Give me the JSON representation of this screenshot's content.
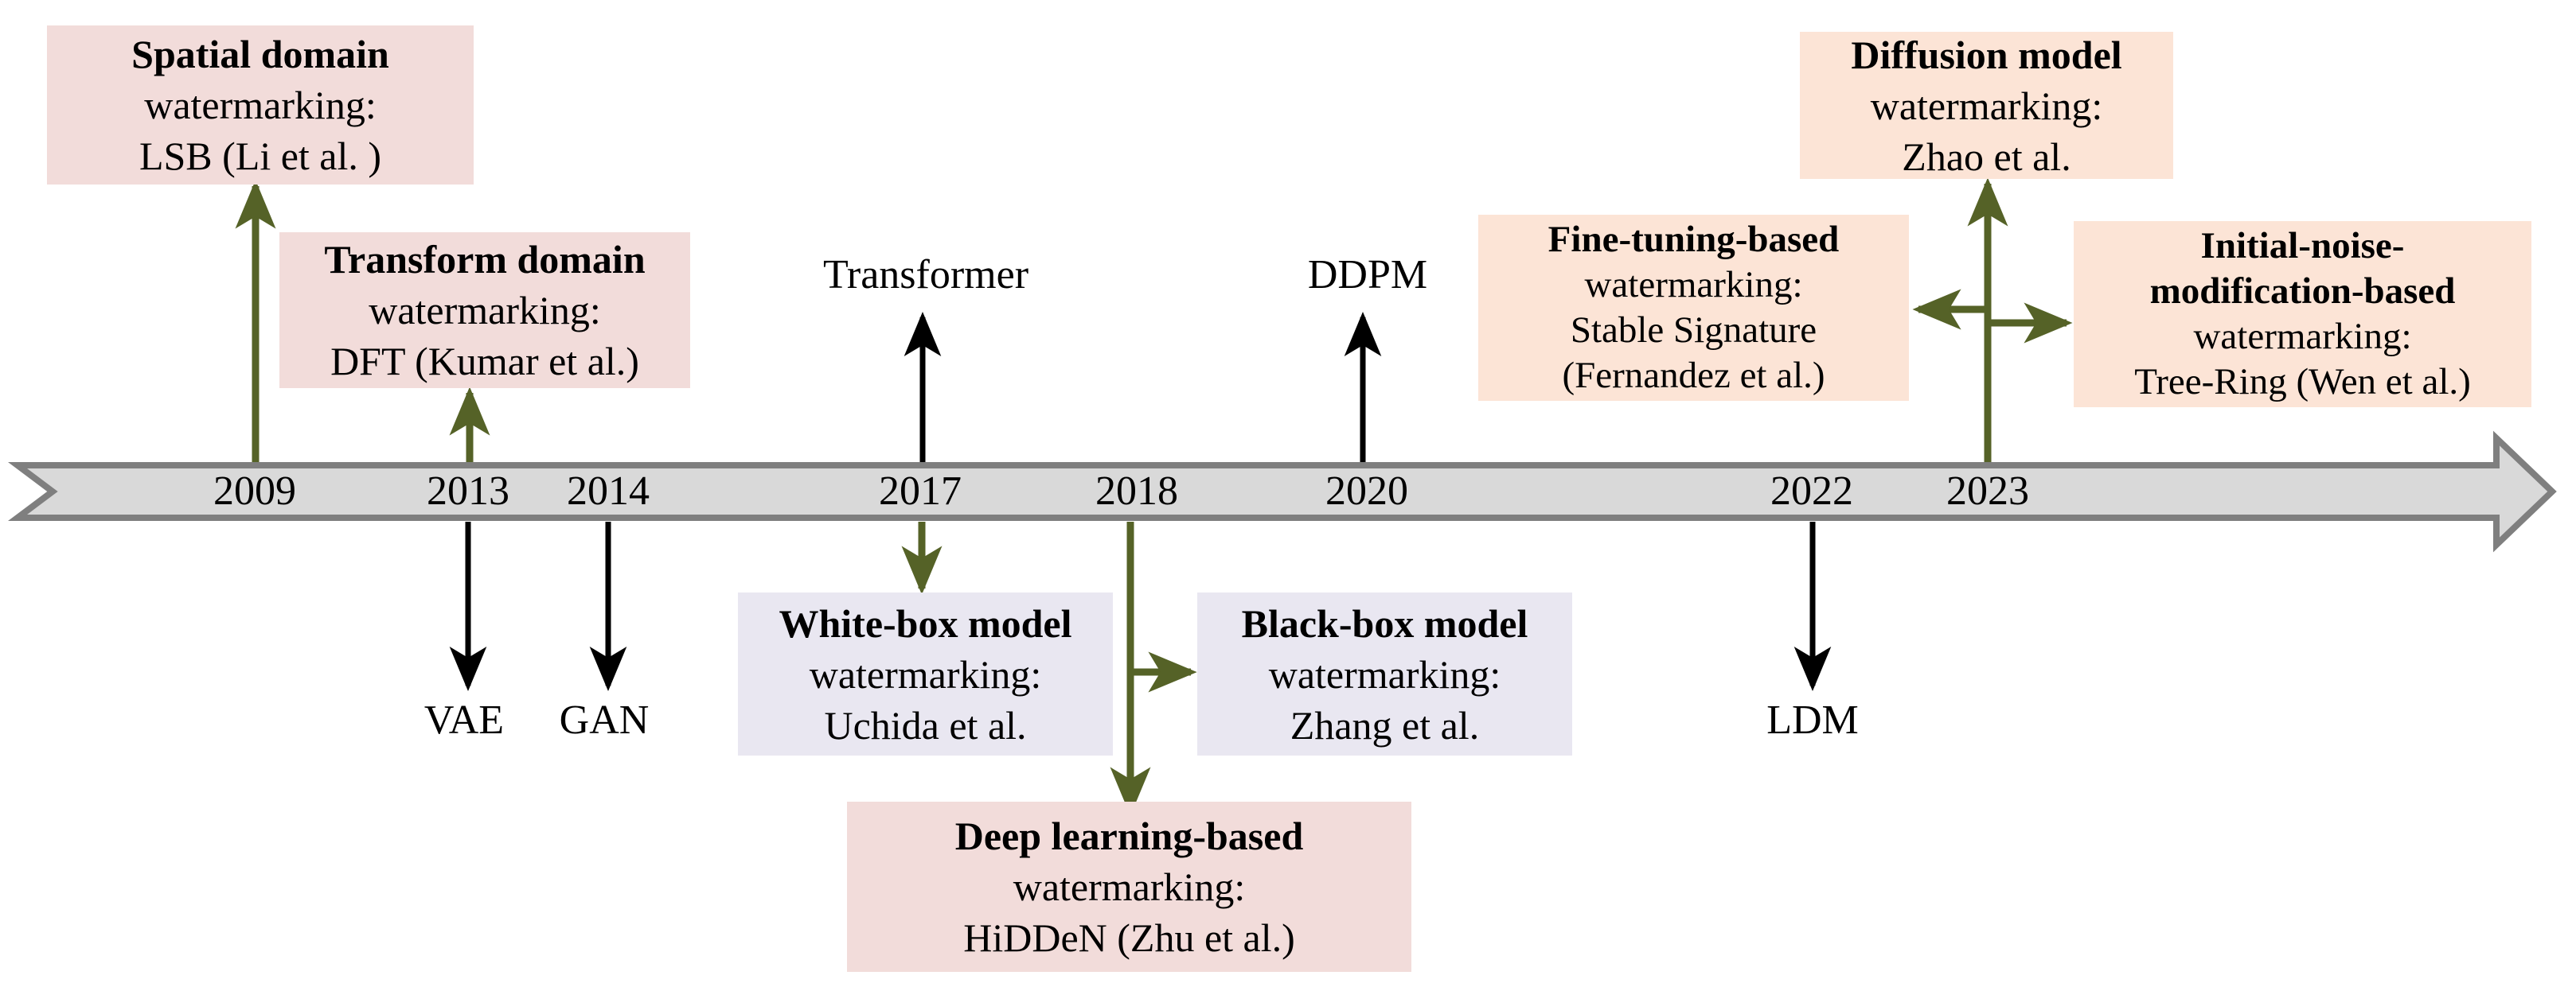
{
  "timeline": {
    "years": [
      "2009",
      "2013",
      "2014",
      "2017",
      "2018",
      "2020",
      "2022",
      "2023"
    ]
  },
  "boxes": {
    "spatial": {
      "title": "Spatial domain",
      "line2": "watermarking:",
      "line3": "LSB (Li et al. )"
    },
    "transform": {
      "title": "Transform domain",
      "line2": "watermarking:",
      "line3": "DFT (Kumar et al.)"
    },
    "whitebox": {
      "title": "White-box model",
      "line2": "watermarking:",
      "line3": "Uchida et al."
    },
    "blackbox": {
      "title": "Black-box model",
      "line2": "watermarking:",
      "line3": "Zhang et al."
    },
    "deep": {
      "title": "Deep learning-based",
      "line2": "watermarking:",
      "line3": "HiDDeN (Zhu et al.)"
    },
    "finetuning": {
      "title": "Fine-tuning-based",
      "line2": "watermarking:",
      "line3": "Stable Signature",
      "line4": "(Fernandez et al.)"
    },
    "diffusion": {
      "title": "Diffusion model",
      "line2": "watermarking:",
      "line3": "Zhao et al."
    },
    "initialnoise": {
      "title1": "Initial-noise-",
      "title2": "modification-based",
      "line3": "watermarking:",
      "line4": "Tree-Ring (Wen et al.)"
    }
  },
  "milestones": {
    "transformer": "Transformer",
    "ddpm": "DDPM",
    "vae": "VAE",
    "gan": "GAN",
    "ldm": "LDM"
  },
  "colors": {
    "pink_box": "#f2dcda",
    "peach_box": "#fce4d6",
    "lavender_box": "#e9e7f1",
    "olive_green_arrow": "#556227",
    "black_arrow": "#000000",
    "timeline_fill": "#d9d9d9",
    "timeline_border": "#7f7f7f"
  }
}
